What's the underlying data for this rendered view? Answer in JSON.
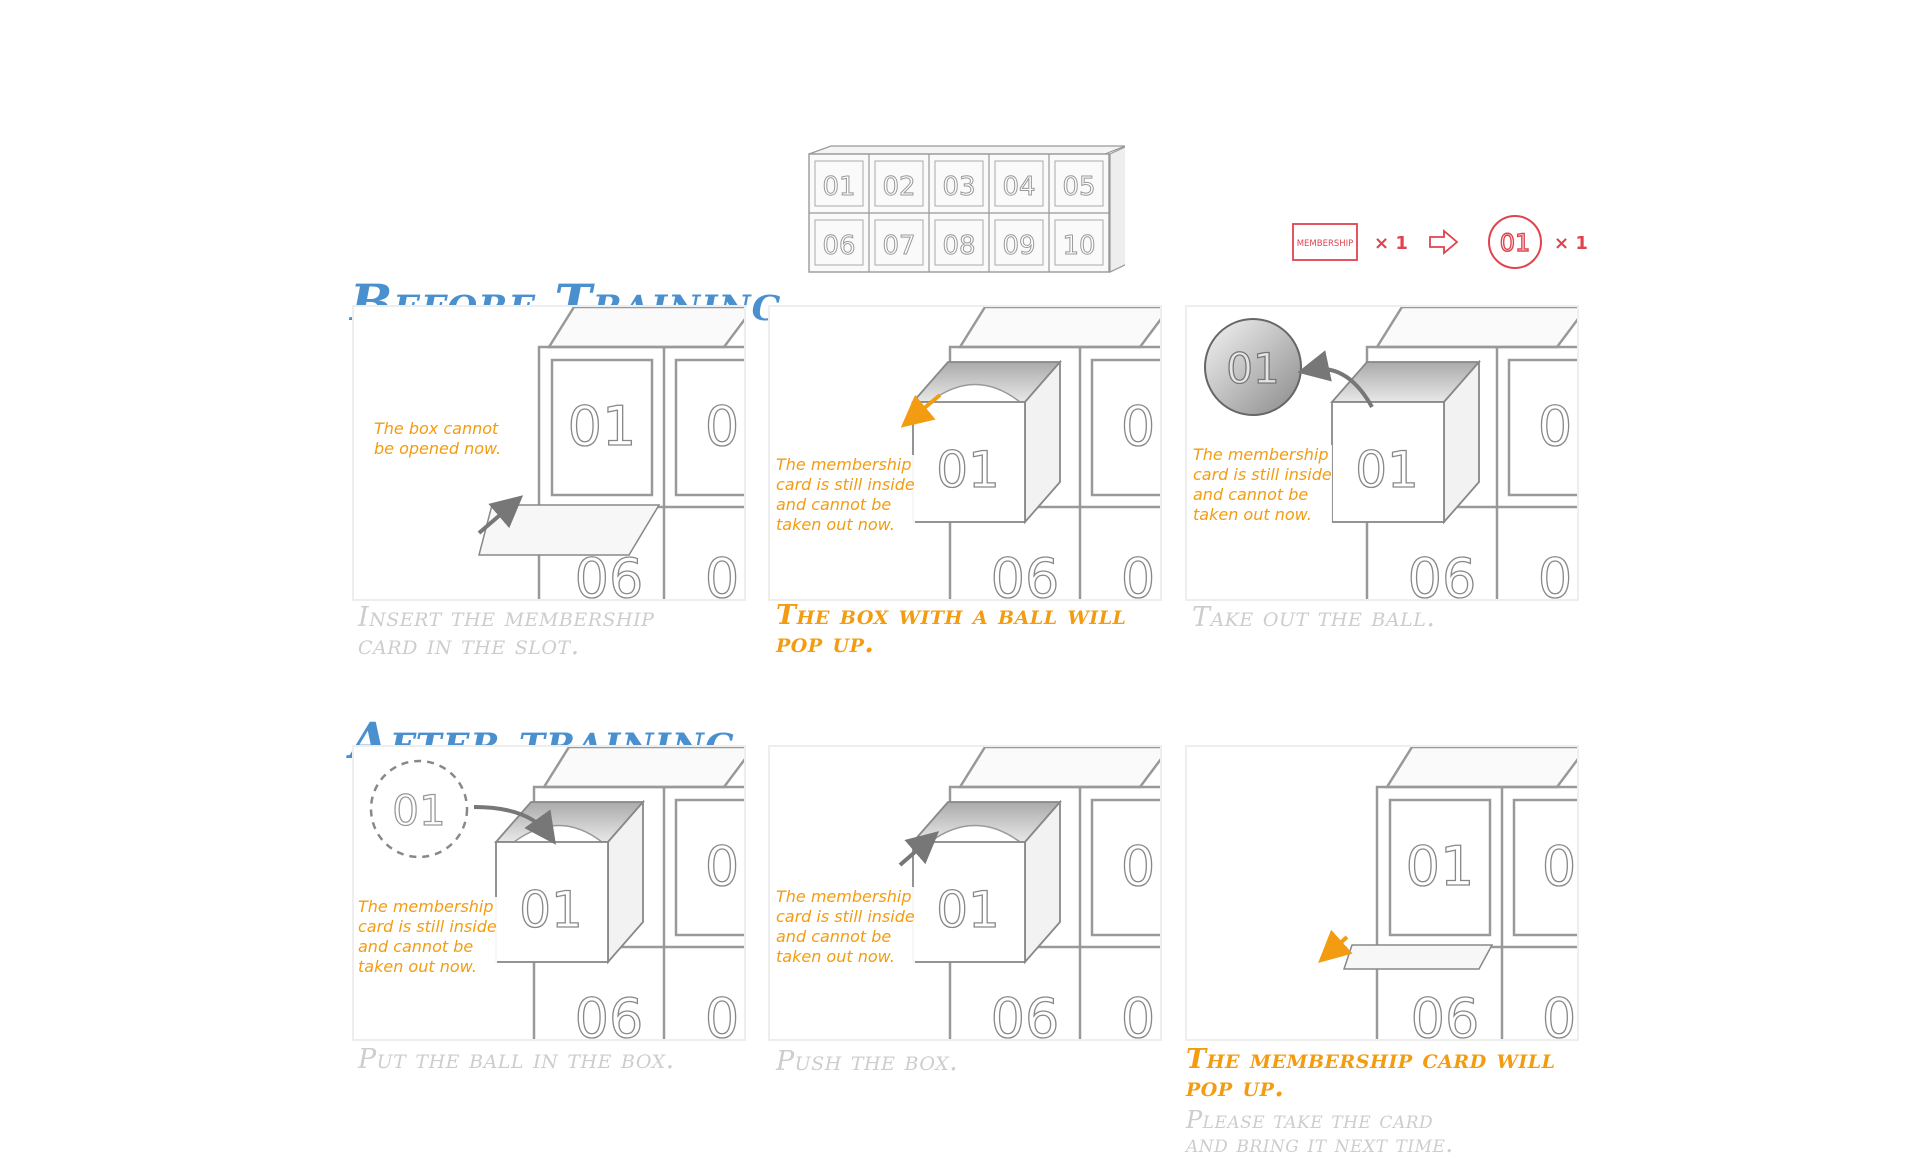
{
  "legend": {
    "card_label": "MEMBERSHIP",
    "card_qty": "× 1",
    "ball_label": "01",
    "ball_qty": "× 1",
    "accent_color": "#e0434e"
  },
  "top_grid": {
    "cells": [
      "01",
      "02",
      "03",
      "04",
      "05",
      "06",
      "07",
      "08",
      "09",
      "10"
    ]
  },
  "before": {
    "title": "Before Training",
    "panels": [
      {
        "note": [
          "The box cannot",
          "be opened now."
        ],
        "caption": [
          "Insert the membership",
          "card in the slot."
        ],
        "highlight": false,
        "box_front": "01",
        "box_right": "0",
        "box_bottom": "06",
        "box_bottom_right": "0"
      },
      {
        "note": [
          "The membership",
          "card is still inside",
          "and cannot be",
          "taken out now."
        ],
        "caption": [
          "The box with a ball will",
          "pop up."
        ],
        "highlight": true,
        "box_front": "01",
        "box_right": "0",
        "box_bottom": "06",
        "box_bottom_right": "0"
      },
      {
        "note": [
          "The membership",
          "card is still inside",
          "and cannot be",
          "taken out now."
        ],
        "caption": [
          "Take out the ball."
        ],
        "highlight": false,
        "ball_label": "01",
        "box_front": "01",
        "box_right": "0",
        "box_bottom": "06",
        "box_bottom_right": "0"
      }
    ]
  },
  "after": {
    "title": "After training",
    "panels": [
      {
        "note": [
          "The membership",
          "card is still inside",
          "and cannot be",
          "taken out now."
        ],
        "caption": [
          "Put the ball in the box."
        ],
        "highlight": false,
        "ball_label": "01",
        "box_front": "01",
        "box_right": "0",
        "box_bottom": "06",
        "box_bottom_right": "0"
      },
      {
        "note": [
          "The membership",
          "card is still inside",
          "and cannot be",
          "taken out now."
        ],
        "caption": [
          "Push the box."
        ],
        "highlight": false,
        "box_front": "01",
        "box_right": "0",
        "box_bottom": "06",
        "box_bottom_right": "0"
      },
      {
        "caption": [
          "The membership card will",
          "pop up."
        ],
        "highlight": true,
        "sub_caption": [
          "Please take the card",
          "and bring it next time."
        ],
        "box_front": "01",
        "box_right": "0",
        "box_bottom": "06",
        "box_bottom_right": "0"
      }
    ]
  },
  "colors": {
    "title_blue": "#4a90cf",
    "note_orange": "#f39c12",
    "caption_grey": "#cdcdcd"
  }
}
